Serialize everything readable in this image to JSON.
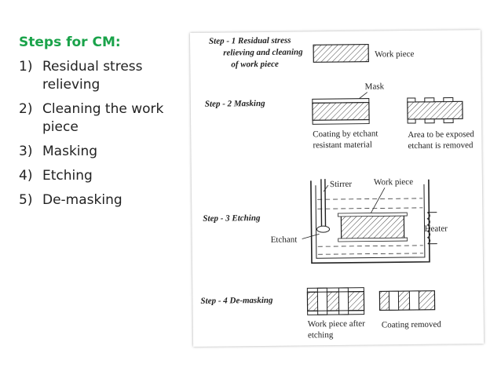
{
  "slide": {
    "title": "Steps for CM:",
    "steps": [
      {
        "num": "1)",
        "text": "Residual stress relieving"
      },
      {
        "num": "2)",
        "text": "Cleaning the work piece"
      },
      {
        "num": "3)",
        "text": "Masking"
      },
      {
        "num": "4)",
        "text": "Etching"
      },
      {
        "num": "5)",
        "text": "De-masking"
      }
    ]
  },
  "figure": {
    "step1": {
      "line1": "Step - 1 Residual stress",
      "line2": "relieving and cleaning",
      "line3": "of work piece"
    },
    "step1_part": "Work piece",
    "step2": "Step - 2 Masking",
    "mask": "Mask",
    "coating_line1": "Coating by etchant",
    "coating_line2": "resistant material",
    "exposed_line1": "Area to be exposed",
    "exposed_line2": "etchant is removed",
    "step3": "Step - 3 Etching",
    "stirrer": "Stirrer",
    "workpiece": "Work piece",
    "heater": "Heater",
    "etchant": "Etchant",
    "step4": "Step - 4 De-masking",
    "after_line1": "Work piece after",
    "after_line2": "etching",
    "coating_removed": "Coating removed"
  }
}
